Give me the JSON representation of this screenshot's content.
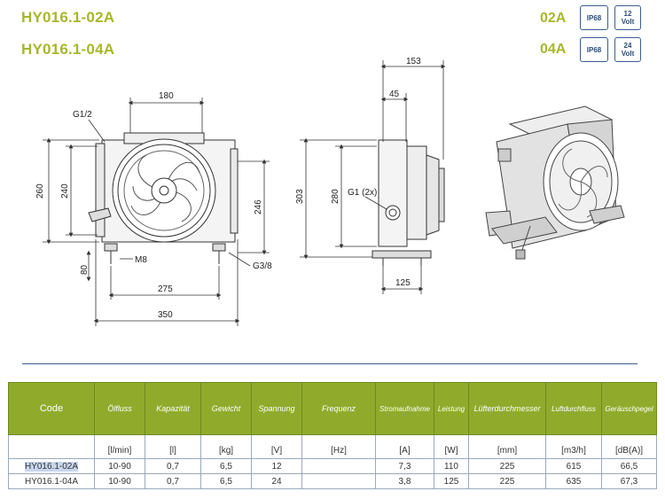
{
  "header": {
    "models": [
      {
        "name": "HY016.1-02A",
        "code": "02A",
        "ip": "IP68",
        "voltage": "12\nVolt"
      },
      {
        "name": "HY016.1-04A",
        "code": "04A",
        "ip": "IP68",
        "voltage": "24\nVolt"
      }
    ]
  },
  "drawing": {
    "front": {
      "d180": "180",
      "d260": "260",
      "d240": "240",
      "d246": "246",
      "d80": "80",
      "d275": "275",
      "d350": "350",
      "g12": "G1/2",
      "m8": "M8",
      "g38": "G3/8"
    },
    "side": {
      "d153": "153",
      "d45": "45",
      "d303": "303",
      "d280": "280",
      "d125": "125",
      "g1": "G1 (2x)"
    }
  },
  "table": {
    "headers": [
      "Code",
      "Ölfluss",
      "Kapazität",
      "Gewicht",
      "Spannung",
      "Frequenz",
      "Stromaufnahme",
      "Leistung",
      "Lüfterdurchmesser",
      "Luftdurchfluss",
      "Geräuschpegel"
    ],
    "units": [
      "",
      "[l/min]",
      "[l]",
      "[kg]",
      "[V]",
      "[Hz]",
      "[A]",
      "[W]",
      "[mm]",
      "[m3/h]",
      "[dB(A)]"
    ],
    "rows": [
      [
        "HY016.1-02A",
        "10-90",
        "0,7",
        "6,5",
        "12",
        "",
        "7,3",
        "110",
        "225",
        "615",
        "66,5"
      ],
      [
        "HY016.1-04A",
        "10-90",
        "0,7",
        "6,5",
        "24",
        "",
        "3,8",
        "125",
        "225",
        "635",
        "67,3"
      ]
    ]
  },
  "colors": {
    "accent": "#a6b82a",
    "header_bg": "#90ab2c",
    "badge": "#3c5e8c",
    "highlight": "#c7d6ee"
  }
}
